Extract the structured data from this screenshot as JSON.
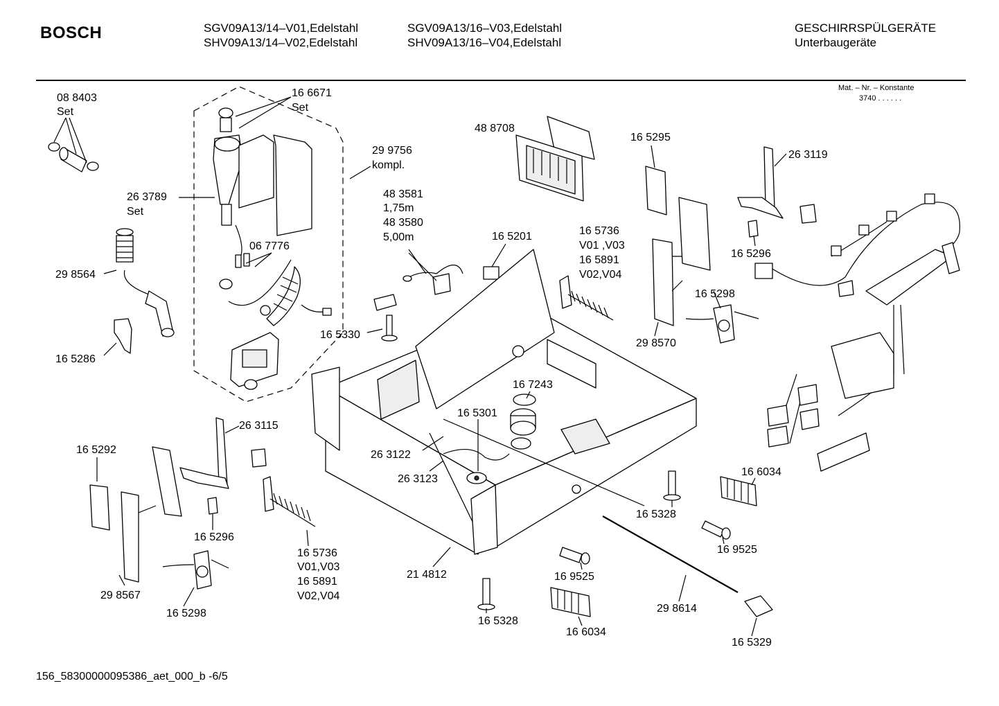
{
  "header": {
    "brand": "BOSCH",
    "models_col1": [
      "SGV09A13/14–V01,Edelstahl",
      "SHV09A13/14–V02,Edelstahl"
    ],
    "models_col2": [
      "SGV09A13/16–V03,Edelstahl",
      "SHV09A13/16–V04,Edelstahl"
    ],
    "category": "GESCHIRRSPÜLGERÄTE",
    "subcategory": "Unterbaugeräte",
    "mat_nr_label": "Mat. – Nr. – Konstante",
    "mat_nr_value": "3740 . . . . . ."
  },
  "parts": [
    [
      "08 8403",
      "Set"
    ],
    [
      "16 6671",
      "Set"
    ],
    [
      "29 9756",
      "kompl."
    ],
    [
      "26 3789",
      "Set"
    ],
    [
      "29 8564"
    ],
    [
      "06 7776"
    ],
    [
      "16 5286"
    ],
    [
      "48 8708"
    ],
    [
      "48 3581",
      "1,75m",
      "48 3580",
      "5,00m"
    ],
    [
      "16 5201"
    ],
    [
      "16 5736",
      "V01 ,V03",
      "16 5891",
      "V02,V04"
    ],
    [
      "16 5330"
    ],
    [
      "16 5295"
    ],
    [
      "26 3119"
    ],
    [
      "16 5296"
    ],
    [
      "16 5298"
    ],
    [
      "29 8570"
    ],
    [
      "16 7243"
    ],
    [
      "16 5301"
    ],
    [
      "26 3115"
    ],
    [
      "16 5292"
    ],
    [
      "26 3122"
    ],
    [
      "26 3123"
    ],
    [
      "16 5296"
    ],
    [
      "16 5736",
      "V01,V03",
      "16 5891",
      "V02,V04"
    ],
    [
      "29 8567"
    ],
    [
      "16 5298"
    ],
    [
      "21 4812"
    ],
    [
      "16 6034"
    ],
    [
      "16 5328"
    ],
    [
      "16 9525"
    ],
    [
      "16 9525"
    ],
    [
      "16 5328"
    ],
    [
      "16 6034"
    ],
    [
      "29 8614"
    ],
    [
      "16 5329"
    ]
  ],
  "footer": "156_58300000095386_aet_000_b  -6/5"
}
